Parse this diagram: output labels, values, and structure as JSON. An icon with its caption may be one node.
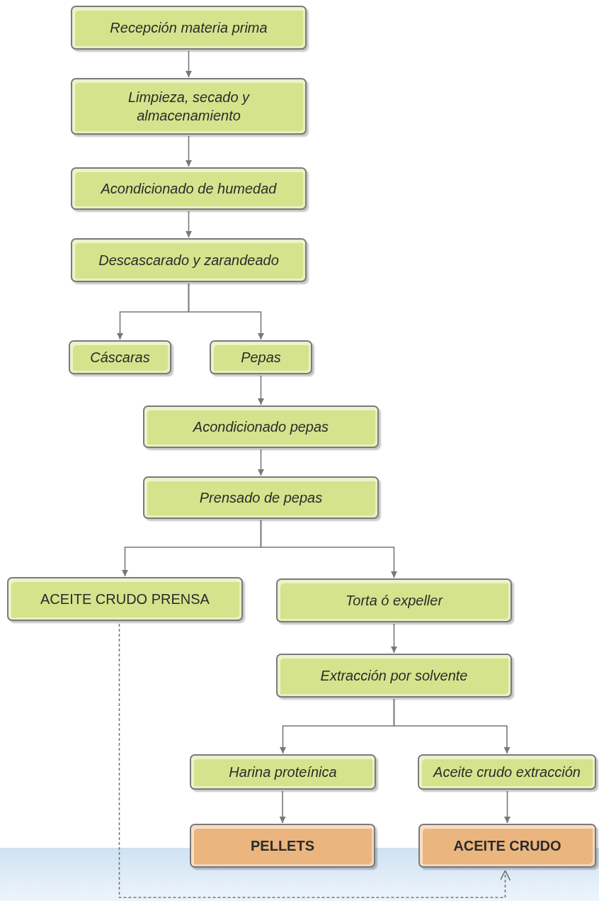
{
  "diagram": {
    "nodes": [
      {
        "text": [
          "Recepción materia prima"
        ]
      },
      {
        "text": [
          "Limpieza, secado y almacenamiento"
        ]
      },
      {
        "text": [
          "Acondicionado de humedad"
        ]
      },
      {
        "text": [
          "Descascarado y zarandeado"
        ]
      },
      {
        "text": [
          "Cáscaras"
        ]
      },
      {
        "text": [
          "Pepas"
        ]
      },
      {
        "text": [
          "Acondicionado pepas"
        ]
      },
      {
        "text": [
          "Prensado de pepas"
        ]
      },
      {
        "text": [
          "ACEITE CRUDO PRENSA"
        ]
      },
      {
        "text": [
          "Torta ó expeller"
        ]
      },
      {
        "text": [
          "Extracción por solvente"
        ]
      },
      {
        "text": [
          "Harina proteínica"
        ]
      },
      {
        "text": [
          "Aceite crudo extracción"
        ]
      },
      {
        "text": [
          "PELLETS"
        ]
      },
      {
        "text": [
          "ACEITE CRUDO"
        ]
      }
    ],
    "edges": [
      {
        "from": 0,
        "to": 1,
        "arrow": "to"
      },
      {
        "from": 1,
        "to": 2,
        "arrow": "to"
      },
      {
        "from": 2,
        "to": 3,
        "arrow": "to"
      },
      {
        "from": 3,
        "to": 4,
        "arrow": "to"
      },
      {
        "from": 3,
        "to": 5,
        "arrow": "to"
      },
      {
        "from": 5,
        "to": 6,
        "arrow": "to"
      },
      {
        "from": 6,
        "to": 7,
        "arrow": "to"
      },
      {
        "from": 7,
        "to": 8,
        "arrow": "to"
      },
      {
        "from": 7,
        "to": 9,
        "arrow": "to"
      },
      {
        "from": 9,
        "to": 10,
        "arrow": "to"
      },
      {
        "from": 10,
        "to": 11,
        "arrow": "to"
      },
      {
        "from": 10,
        "to": 12,
        "arrow": "to"
      },
      {
        "from": 11,
        "to": 13,
        "arrow": "to"
      },
      {
        "from": 12,
        "to": 14,
        "arrow": "to"
      },
      {
        "from": 8,
        "to": 14,
        "arrow": "to",
        "style": "dashed"
      }
    ]
  }
}
